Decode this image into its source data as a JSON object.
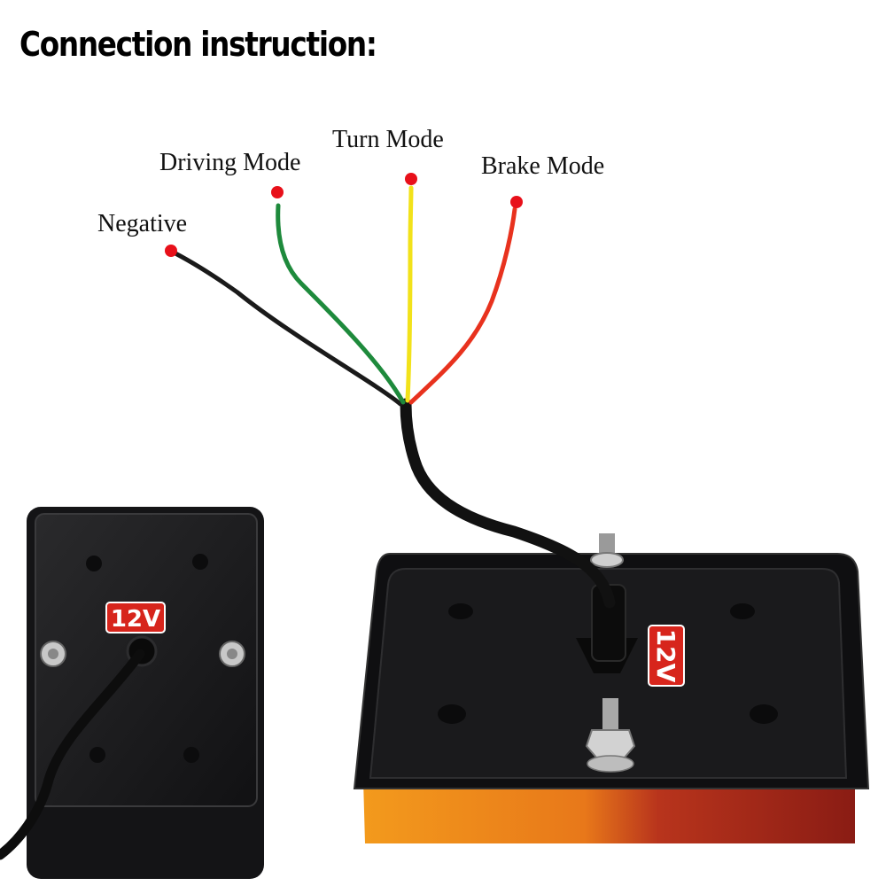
{
  "title": "Connection instruction:",
  "labels": {
    "negative": "Negative",
    "driving": "Driving Mode",
    "turn": "Turn Mode",
    "brake": "Brake Mode"
  },
  "badge": "12V",
  "wire_colors": {
    "negative": "#1a1a1a",
    "driving": "#1e8a3c",
    "turn": "#f2e21a",
    "brake": "#e8321e"
  },
  "marker_color": "#e8101a"
}
